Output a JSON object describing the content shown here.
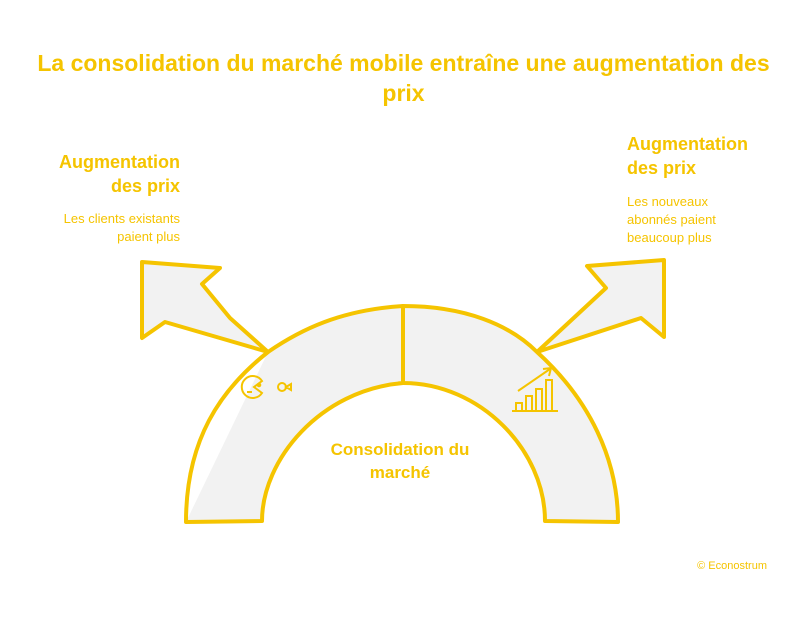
{
  "title": "La consolidation du marché mobile entraîne une augmentation des prix",
  "left": {
    "heading_line1": "Augmentation",
    "heading_line2": "des prix",
    "desc_line1": "Les clients existants",
    "desc_line2": "paient plus",
    "icon": "pacman-fish-icon"
  },
  "right": {
    "heading_line1": "Augmentation",
    "heading_line2": "des prix",
    "desc_line1": "Les nouveaux",
    "desc_line2": "abonnés paient",
    "desc_line3": "beaucoup plus",
    "icon": "growth-chart-icon"
  },
  "center": {
    "label_line1": "Consolidation du",
    "label_line2": "marché"
  },
  "copyright": "© Econostrum",
  "colors": {
    "accent": "#F5C400",
    "shape_fill": "#F2F2F2"
  }
}
